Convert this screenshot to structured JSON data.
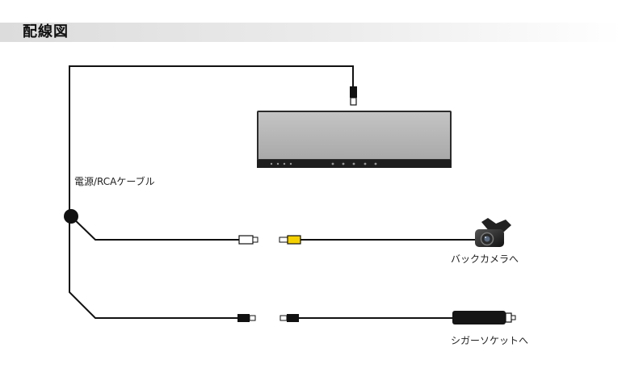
{
  "header": {
    "title": "配線図"
  },
  "labels": {
    "power_cable": "電源/RCAケーブル",
    "to_back_camera": "バックカメラへ",
    "to_cigar_socket": "シガーソケットへ"
  },
  "colors": {
    "wire": "#111111",
    "rca_yellow": "#f5d000",
    "mirror_frame": "#333333",
    "mirror_glass": "#b8b8b8"
  }
}
